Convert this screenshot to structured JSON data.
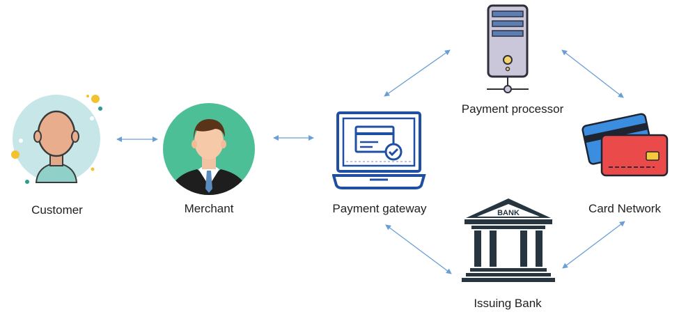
{
  "diagram": {
    "nodes": {
      "customer": {
        "label": "Customer"
      },
      "merchant": {
        "label": "Merchant"
      },
      "gateway": {
        "label": "Payment gateway"
      },
      "processor": {
        "label": "Payment processor"
      },
      "card_network": {
        "label": "Card Network"
      },
      "issuing_bank": {
        "label": "Issuing Bank",
        "sign_text": "BANK"
      }
    },
    "connections": [
      {
        "from": "customer",
        "to": "merchant",
        "direction": "both"
      },
      {
        "from": "merchant",
        "to": "gateway",
        "direction": "both"
      },
      {
        "from": "gateway",
        "to": "processor",
        "direction": "both"
      },
      {
        "from": "processor",
        "to": "card_network",
        "direction": "both"
      },
      {
        "from": "card_network",
        "to": "issuing_bank",
        "direction": "both"
      },
      {
        "from": "issuing_bank",
        "to": "gateway",
        "direction": "both"
      }
    ],
    "colors": {
      "arrow": "#6a9fd4",
      "gateway_blue": "#1f4fa3",
      "bank_dark": "#26353f",
      "merchant_bg": "#4cbf96",
      "customer_bg": "#c6e6e8",
      "card_blue": "#3b8de0",
      "card_red": "#ea4a4a",
      "server_body": "#c9c7d9"
    }
  }
}
